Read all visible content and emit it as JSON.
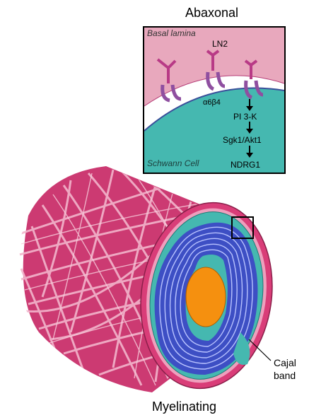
{
  "title_top": "Abaxonal",
  "title_bottom": "Myelinating",
  "inset": {
    "basal_lamina": "Basal lamina",
    "ln2": "LN2",
    "receptor": "α6β4",
    "schwann_cell": "Schwann Cell",
    "pathway": [
      "PI 3-K",
      "Sgk1/Akt1",
      "NDRG1"
    ]
  },
  "cajal_band": [
    "Cajal",
    "band"
  ],
  "colors": {
    "lamina_pink": "#e8a8bd",
    "outer_pink": "#d93d78",
    "cytoplasm_teal": "#45b8b0",
    "myelin_blue": "#3d4fc4",
    "axon_orange": "#f5900f",
    "receptor_purple": "#8f4fa0",
    "receptor_magenta": "#b83a86"
  }
}
